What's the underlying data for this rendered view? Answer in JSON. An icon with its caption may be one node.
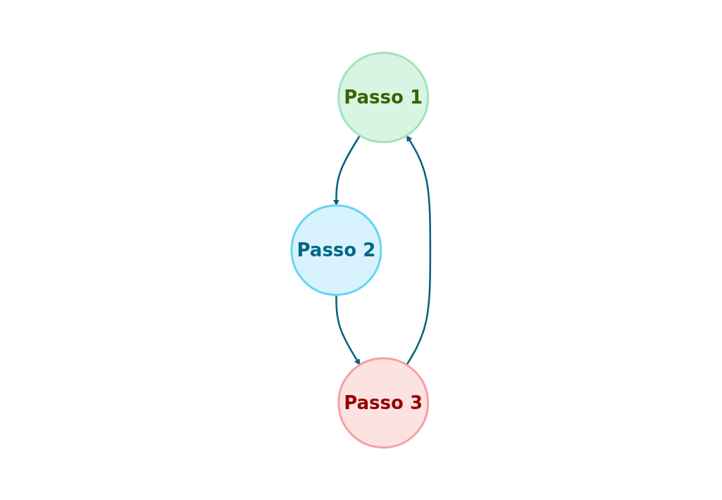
{
  "diagram": {
    "nodes": [
      {
        "text": [
          "Passo 1"
        ]
      },
      {
        "text": [
          "Passo 2"
        ]
      },
      {
        "text": [
          "Passo 3"
        ]
      }
    ],
    "edges": [
      {
        "from": 0,
        "to": 1,
        "arrow": "to"
      },
      {
        "from": 1,
        "to": 2,
        "arrow": "to"
      },
      {
        "from": 2,
        "to": 0,
        "arrow": "to"
      }
    ]
  }
}
